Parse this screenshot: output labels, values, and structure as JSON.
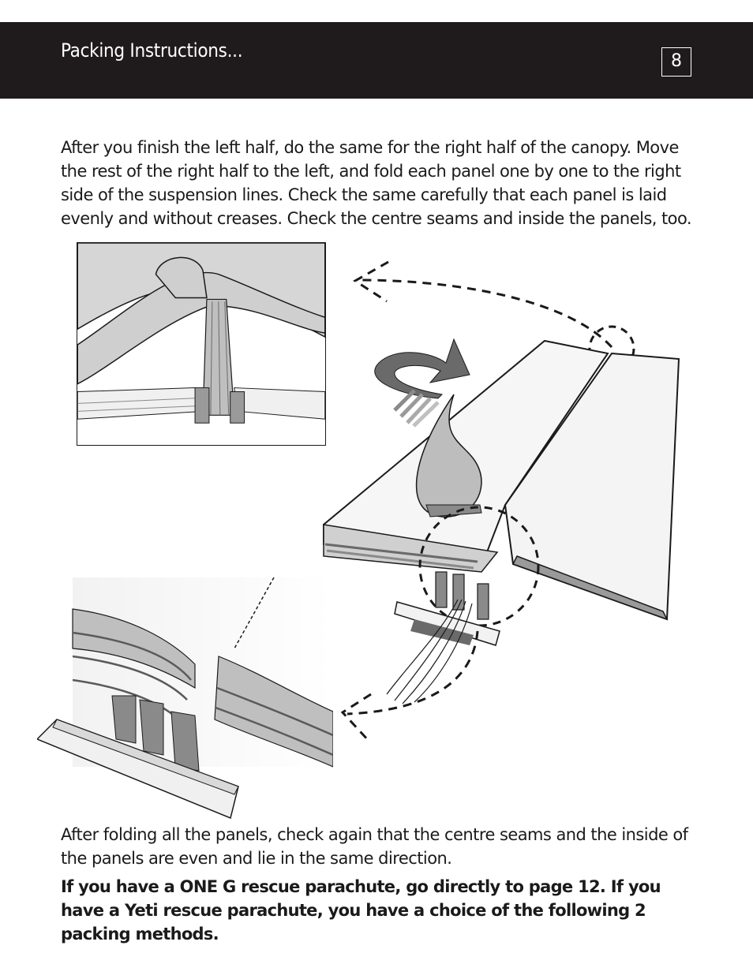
{
  "header": {
    "title": "Packing Instructions...",
    "page_number": "8"
  },
  "body": {
    "paragraph_1": "After you finish the left half, do the same for the right half of the canopy. Move the rest of the right half to the left, and fold each panel one by one to the right side of the suspension lines. Check the same carefully that each panel is laid evenly and without creases. Check the centre seams and inside the panels, too.",
    "paragraph_2": "After folding all the panels, check again that the centre seams and the inside of the panels are even and lie in the same direction.",
    "paragraph_3": "If you have a ONE G rescue parachute, go directly to page 12. If you have a Yeti rescue parachute, you have a choice of the following 2 packing methods."
  },
  "colors": {
    "header_bg": "#1f1b1c",
    "header_text": "#ffffff",
    "body_text": "#1a1a1a"
  }
}
